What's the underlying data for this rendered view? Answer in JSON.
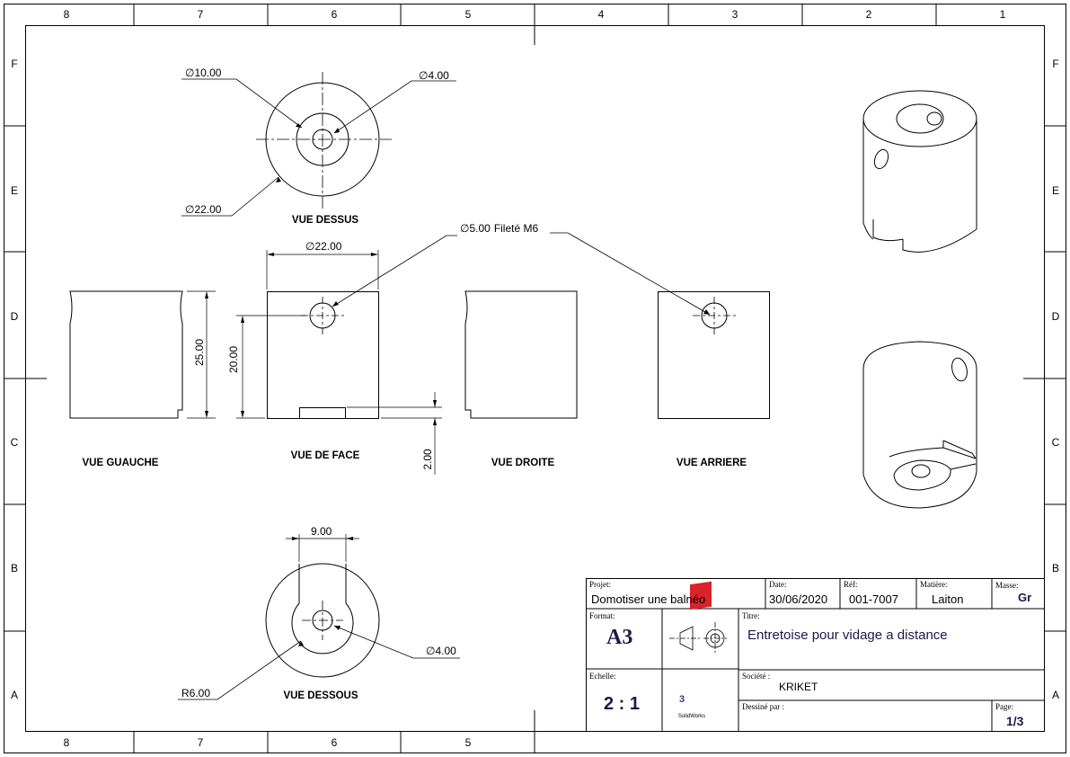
{
  "sheet": {
    "columns_top": [
      "8",
      "7",
      "6",
      "5",
      "4",
      "3",
      "2",
      "1"
    ],
    "columns_bottom": [
      "8",
      "7",
      "6",
      "5"
    ],
    "rows": [
      "F",
      "E",
      "D",
      "C",
      "B",
      "A"
    ]
  },
  "views": {
    "top": "VUE DESSUS",
    "left": "VUE GUAUCHE",
    "front": "VUE DE FACE",
    "right": "VUE DROITE",
    "back": "VUE ARRIERE",
    "bottom": "VUE DESSOUS"
  },
  "dimensions": {
    "top_d10": "10.00",
    "top_d4": "4.00",
    "top_d22": "22.00",
    "thread_d5": "5.00",
    "thread_note": "Fileté M6",
    "front_width": "22.00",
    "left_height": "25.00",
    "front_hole_height": "20.00",
    "slot_depth": "2.00",
    "bottom_slot_width": "9.00",
    "bottom_d4": "4.00",
    "bottom_radius": "R6.00",
    "diameter_symbol": "∅"
  },
  "title_block": {
    "projet_label": "Projet:",
    "projet_value": "Domotiser une balnéo",
    "date_label": "Date:",
    "date_value": "30/06/2020",
    "ref_label": "Réf:",
    "ref_value": "001-7007",
    "matiere_label": "Matière:",
    "matiere_value": "Laiton",
    "masse_label": "Masse:",
    "masse_value": "Gr",
    "format_label": "Format:",
    "format_value": "A3",
    "titre_label": "Titre:",
    "titre_value": "Entretoise pour vidage a distance",
    "echelle_label": "Echelle:",
    "echelle_value": "2 : 1",
    "societe_label": "Société :",
    "societe_value": "KRIKET",
    "dessine_label": "Dessiné par :",
    "page_label": "Page:",
    "page_value": "1/3",
    "logo_text": "SW",
    "logo_caption": "SolidWorks"
  },
  "colors": {
    "line": "#000000",
    "logo_red": "#d7242a"
  }
}
